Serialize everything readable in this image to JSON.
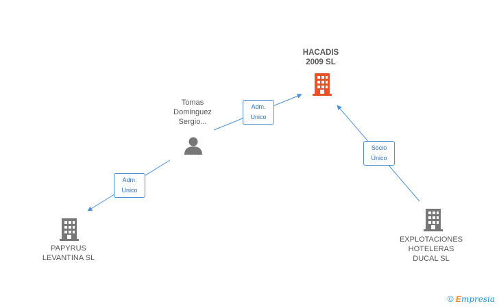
{
  "nodes": {
    "hacadis": {
      "line1": "HACADIS",
      "line2": "2009 SL",
      "color": "#e8532b"
    },
    "tomas": {
      "line1": "Tomas",
      "line2": "Dominguez",
      "line3": "Sergio..."
    },
    "papyrus": {
      "line1": "PAPYRUS",
      "line2": "LEVANTINA SL",
      "color": "#777777"
    },
    "explotaciones": {
      "line1": "EXPLOTACIONES",
      "line2": "HOTELERAS",
      "line3": "DUCAL SL",
      "color": "#777777"
    }
  },
  "edges": {
    "tomas_hacadis": {
      "line1": "Adm.",
      "line2": "Unico"
    },
    "tomas_papyrus": {
      "line1": "Adm.",
      "line2": "Unico"
    },
    "explotaciones_hacadis": {
      "line1": "Socio",
      "line2": "Único"
    }
  },
  "footer": {
    "copyright": "©",
    "brand_initial": "E",
    "brand_rest": "mpresia"
  },
  "colors": {
    "edge": "#4a90d9",
    "person": "#777777"
  }
}
